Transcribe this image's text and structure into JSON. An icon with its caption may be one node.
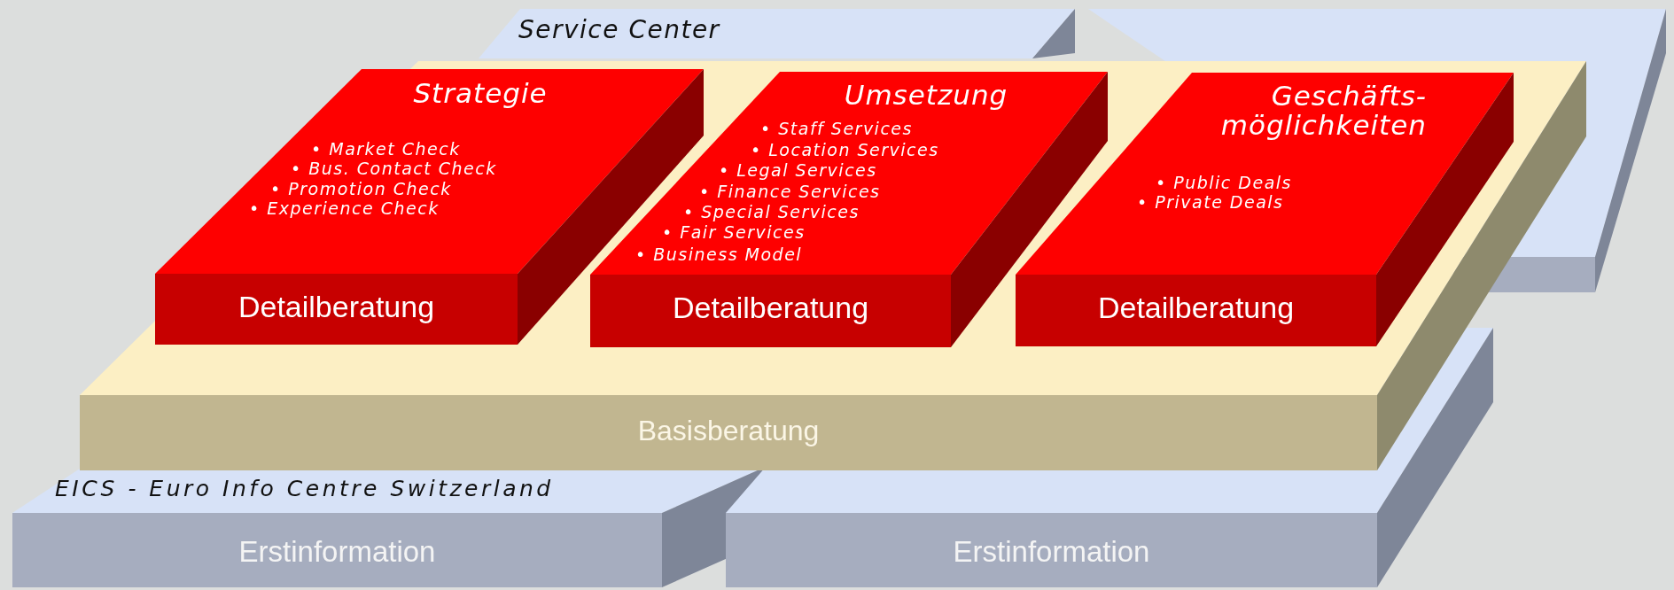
{
  "diagram": {
    "nodes": [
      {
        "text": [
          "Service Center"
        ]
      },
      {
        "text": [],
        "shape": "box"
      },
      {
        "text": [
          "Basisberatung"
        ]
      },
      {
        "text": [
          "Strategie",
          "• Market Check",
          "• Bus. Contact Check",
          "• Promotion Check",
          "• Experience Check",
          "Detailberatung"
        ],
        "in": 2
      },
      {
        "text": [
          "Umsetzung",
          "• Staff Services",
          "• Location Services",
          "• Legal Services",
          "• Finance Services",
          "• Special Services",
          "• Fair Services",
          "• Business Model",
          "Detailberatung"
        ],
        "in": 2
      },
      {
        "text": [
          "Geschäfts-möglichkeiten",
          "• Public Deals",
          "• Private Deals",
          "Detailberatung"
        ],
        "in": 2
      },
      {
        "text": [
          "EICS - Euro Info Centre Switzerland",
          "Erstinformation"
        ]
      },
      {
        "text": [
          "Erstinformation"
        ]
      }
    ]
  }
}
